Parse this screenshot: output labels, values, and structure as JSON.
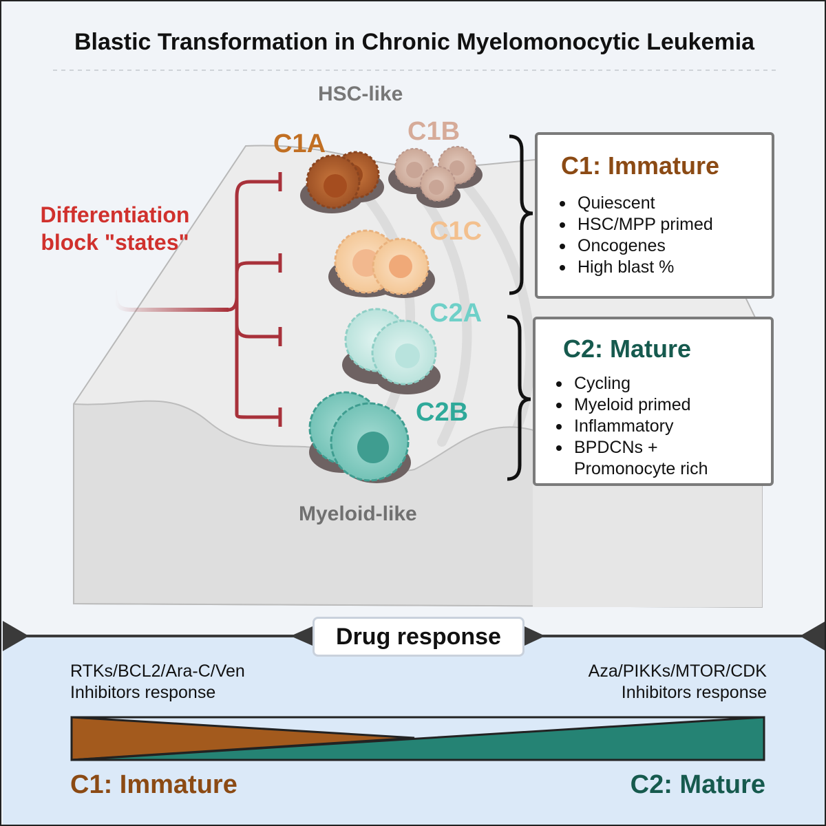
{
  "title": "Blastic Transformation in Chronic Myelomonocytic Leukemia",
  "landscape": {
    "top_label": "HSC-like",
    "bottom_label": "Myeloid-like"
  },
  "block_label": "Differentiation block \"states\"",
  "clusters": {
    "c1a": {
      "label": "C1A",
      "color": "#c16f23"
    },
    "c1b": {
      "label": "C1B",
      "color": "#d6ab99"
    },
    "c1c": {
      "label": "C1C",
      "color": "#f3c08e"
    },
    "c2a": {
      "label": "C2A",
      "color": "#6fd0c8"
    },
    "c2b": {
      "label": "C2B",
      "color": "#2fa99a"
    }
  },
  "c1_box": {
    "title": "C1: Immature",
    "items": [
      "Quiescent",
      "HSC/MPP primed",
      "Oncogenes",
      "High blast %"
    ]
  },
  "c2_box": {
    "title": "C2: Mature",
    "items": [
      "Cycling",
      "Myeloid primed",
      "Inflammatory",
      "BPDCNs +",
      "Promonocyte rich"
    ]
  },
  "drug": {
    "title": "Drug response",
    "left_line1": "RTKs/BCL2/Ara-C/Ven",
    "left_line2": "Inhibitors response",
    "right_line1": "Aza/PIKKs/MTOR/CDK",
    "right_line2": "Inhibitors response",
    "left_label": "C1: Immature",
    "right_label": "C2: Mature"
  },
  "colors": {
    "immature": "#8b4a14",
    "immature_fill": "#a35a1d",
    "mature": "#165a4e",
    "mature_fill": "#258374",
    "block_line": "#a8313a",
    "block_text": "#d0312d"
  }
}
